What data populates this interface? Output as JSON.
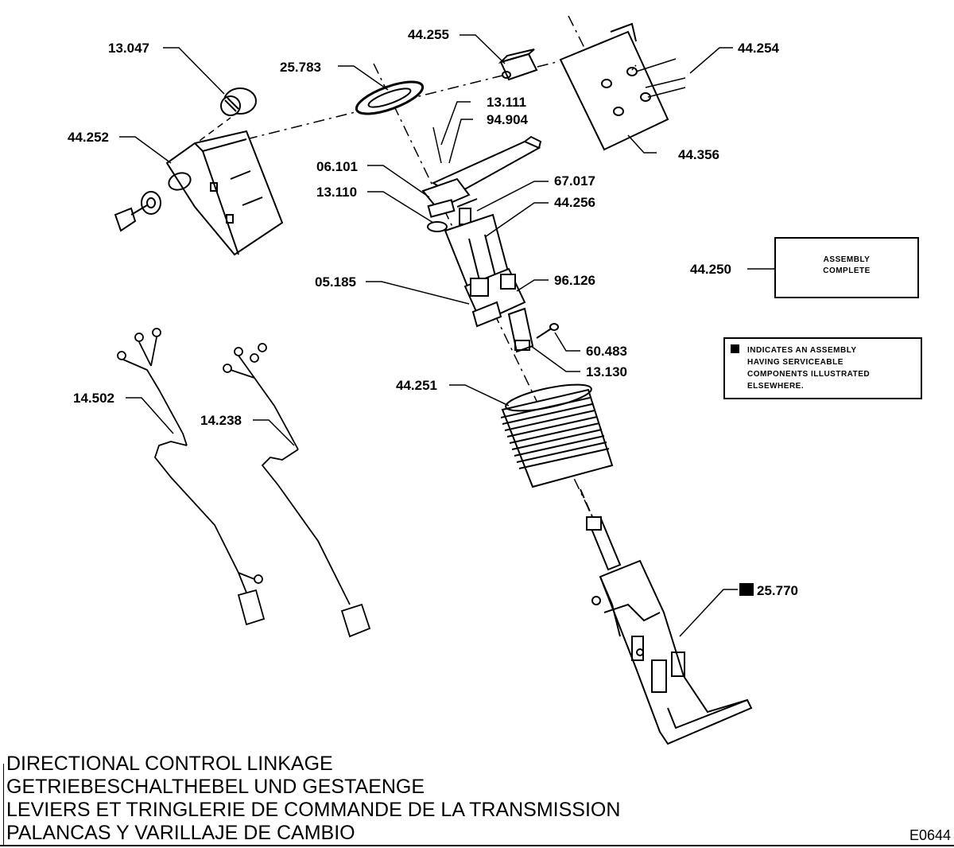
{
  "parts": {
    "p13047": "13.047",
    "p25783": "25.783",
    "p44255": "44.255",
    "p44254": "44.254",
    "p44252": "44.252",
    "p13111": "13.111",
    "p94904": "94.904",
    "p44356": "44.356",
    "p06101": "06.101",
    "p13110": "13.110",
    "p67017": "67.017",
    "p44256": "44.256",
    "p44250": "44.250",
    "p05185": "05.185",
    "p96126": "96.126",
    "p60483": "60.483",
    "p13130": "13.130",
    "p44251": "44.251",
    "p14502": "14.502",
    "p14238": "14.238",
    "p25770": "25.770"
  },
  "assembly_box": {
    "line1": "ASSEMBLY",
    "line2": "COMPLETE"
  },
  "legend_note": {
    "line1": "INDICATES AN ASSEMBLY",
    "line2": "HAVING SERVICEABLE",
    "line3": "COMPONENTS ILLUSTRATED",
    "line4": "ELSEWHERE."
  },
  "title": {
    "english": "DIRECTIONAL CONTROL LINKAGE",
    "german": "GETRIEBESCHALTHEBEL UND GESTAENGE",
    "french": "LEVIERS ET TRINGLERIE DE COMMANDE DE LA TRANSMISSION",
    "spanish": "PALANCAS Y VARILLAJE DE CAMBIO"
  },
  "figure_code": "E0644"
}
